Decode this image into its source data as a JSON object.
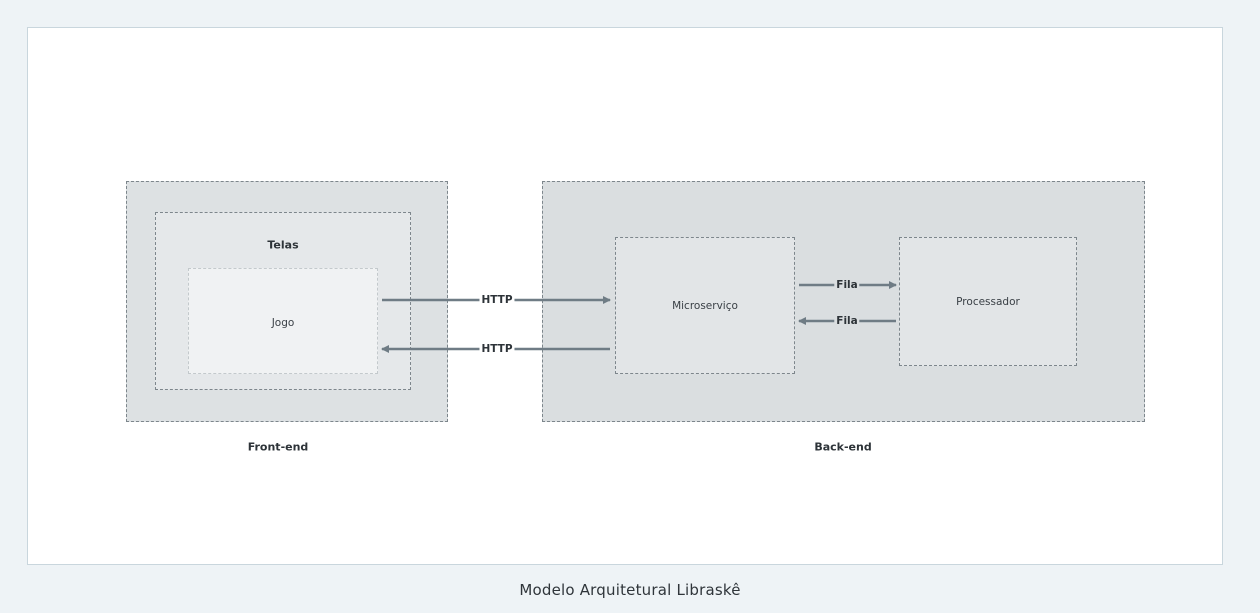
{
  "diagram": {
    "nodes": {
      "telas": "Telas",
      "jogo": "Jogo",
      "microservico": "Microserviço",
      "processador": "Processador",
      "frontend": "Front-end",
      "backend": "Back-end"
    },
    "edges": [
      {
        "from": "Jogo",
        "to": "Microserviço",
        "label": "HTTP"
      },
      {
        "from": "Microserviço",
        "to": "Jogo",
        "label": "HTTP"
      },
      {
        "from": "Microserviço",
        "to": "Processador",
        "label": "Fila"
      },
      {
        "from": "Processador",
        "to": "Microserviço",
        "label": "Fila"
      }
    ]
  },
  "caption": "Modelo Arquitetural Libraskê",
  "colors": {
    "background": "#eef3f6",
    "card": "#ffffff",
    "arrow": "#6f7c85",
    "container": "#dde1e3"
  }
}
